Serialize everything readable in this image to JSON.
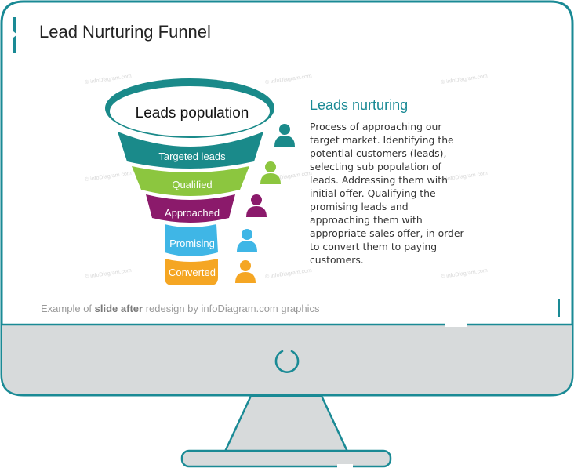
{
  "slide": {
    "title": "Lead Nurturing Funnel"
  },
  "funnel": {
    "top_label": "Leads population",
    "stages": [
      {
        "label": "Targeted leads",
        "color": "#1a8a8a",
        "icon": "person-icon"
      },
      {
        "label": "Qualified",
        "color": "#8cc63f",
        "icon": "person-icon"
      },
      {
        "label": "Approached",
        "color": "#8b1a6b",
        "icon": "person-icon"
      },
      {
        "label": "Promising",
        "color": "#3fb6e6",
        "icon": "person-icon"
      },
      {
        "label": "Converted",
        "color": "#f5a623",
        "icon": "person-icon"
      }
    ]
  },
  "panel": {
    "heading": "Leads nurturing",
    "body": "Process of approaching our target market. Identifying the potential customers (leads), selecting sub population of leads. Addressing them with initial offer. Qualifying the promising leads and approaching them with appropriate sales offer, in order to convert them to paying customers."
  },
  "caption": {
    "prefix": "Example of ",
    "bold": "slide after",
    "suffix": " redesign by infoDiagram.com graphics"
  },
  "watermark": {
    "text": "© infoDiagram.com"
  },
  "colors": {
    "frame": "#1a8a95",
    "bezel": "#d7dadb",
    "accent": "#1a8a95"
  }
}
